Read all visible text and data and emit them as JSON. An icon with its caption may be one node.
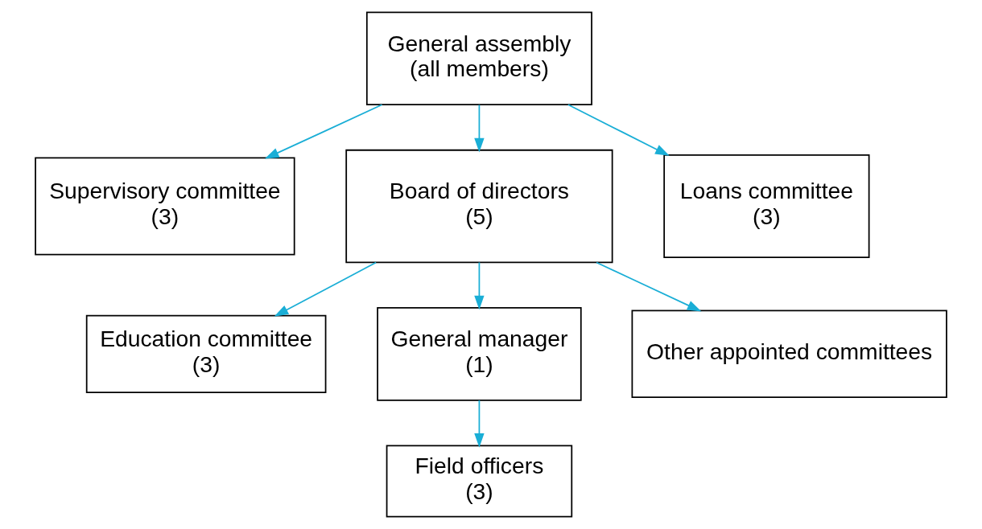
{
  "diagram": {
    "nodes": [
      {
        "text": [
          "General assembly",
          "(all members)"
        ]
      },
      {
        "text": [
          "Supervisory committee",
          "(3)"
        ]
      },
      {
        "text": [
          "Board of directors",
          "(5)"
        ]
      },
      {
        "text": [
          "Loans committee",
          "(3)"
        ]
      },
      {
        "text": [
          "Education committee",
          "(3)"
        ]
      },
      {
        "text": [
          "General manager",
          "(1)"
        ]
      },
      {
        "text": [
          "Other appointed committees"
        ]
      },
      {
        "text": [
          "Field officers",
          "(3)"
        ]
      }
    ],
    "edges": [
      {
        "from": 0,
        "to": 1,
        "arrow": "to"
      },
      {
        "from": 0,
        "to": 2,
        "arrow": "to"
      },
      {
        "from": 0,
        "to": 3,
        "arrow": "to"
      },
      {
        "from": 2,
        "to": 4,
        "arrow": "to"
      },
      {
        "from": 2,
        "to": 5,
        "arrow": "to"
      },
      {
        "from": 2,
        "to": 6,
        "arrow": "to"
      },
      {
        "from": 5,
        "to": 7,
        "arrow": "to"
      }
    ]
  }
}
